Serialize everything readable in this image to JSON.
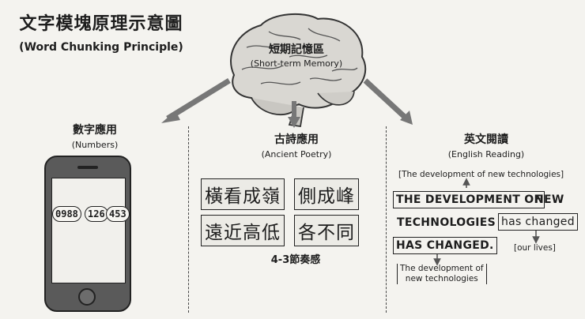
{
  "title": {
    "zh": "文字模塊原理示意圖",
    "en": "(Word Chunking Principle)"
  },
  "brain": {
    "zh": "短期記憶區",
    "en": "(Short-term Memory)"
  },
  "numbers": {
    "zh": "數字應用",
    "en": "(Numbers)",
    "chunks": [
      "0988",
      "126",
      "453"
    ]
  },
  "poetry": {
    "zh": "古詩應用",
    "en": "(Ancient Poetry)",
    "lines": [
      [
        "橫看成嶺",
        "側成峰"
      ],
      [
        "遠近高低",
        "各不同"
      ]
    ],
    "rhythm": "4-3節奏感"
  },
  "english": {
    "zh": "英文閱讀",
    "en": "(English Reading)",
    "note_top": "[The development of new technologies]",
    "phrase1": "THE DEVELOPMENT OF",
    "phrase1_tail": "NEW",
    "phrase2": "TECHNOLOGIES",
    "phrase3": "has changed",
    "phrase4": "HAS CHANGED.",
    "note_bottom_left_1": "The development of",
    "note_bottom_left_2": "new technologies",
    "note_right": "[our lives]"
  },
  "colors": {
    "background": "#f4f3ef",
    "ink": "#1d1d1d",
    "brain_fill": "#d9d7d2",
    "phone_body": "#5a5a5a"
  }
}
